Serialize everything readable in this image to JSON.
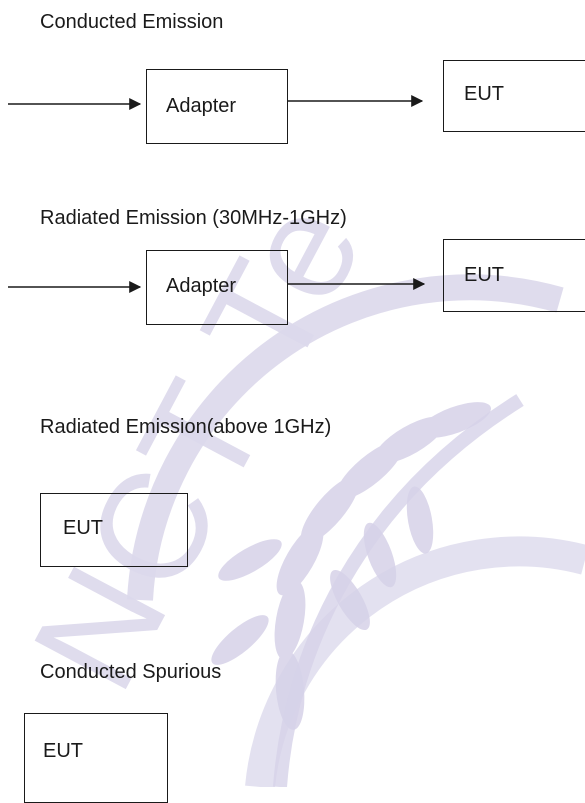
{
  "sections": [
    {
      "title": "Conducted Emission",
      "adapter_label": "Adapter",
      "eut_label": "EUT"
    },
    {
      "title": "Radiated Emission (30MHz-1GHz)",
      "adapter_label": "Adapter",
      "eut_label": "EUT"
    },
    {
      "title": "Radiated Emission(above 1GHz)",
      "eut_label": "EUT"
    },
    {
      "title": "Conducted Spurious",
      "eut_label": "EUT"
    }
  ],
  "watermark": {
    "text": "NCT Te",
    "color": "#d9d6ea"
  }
}
